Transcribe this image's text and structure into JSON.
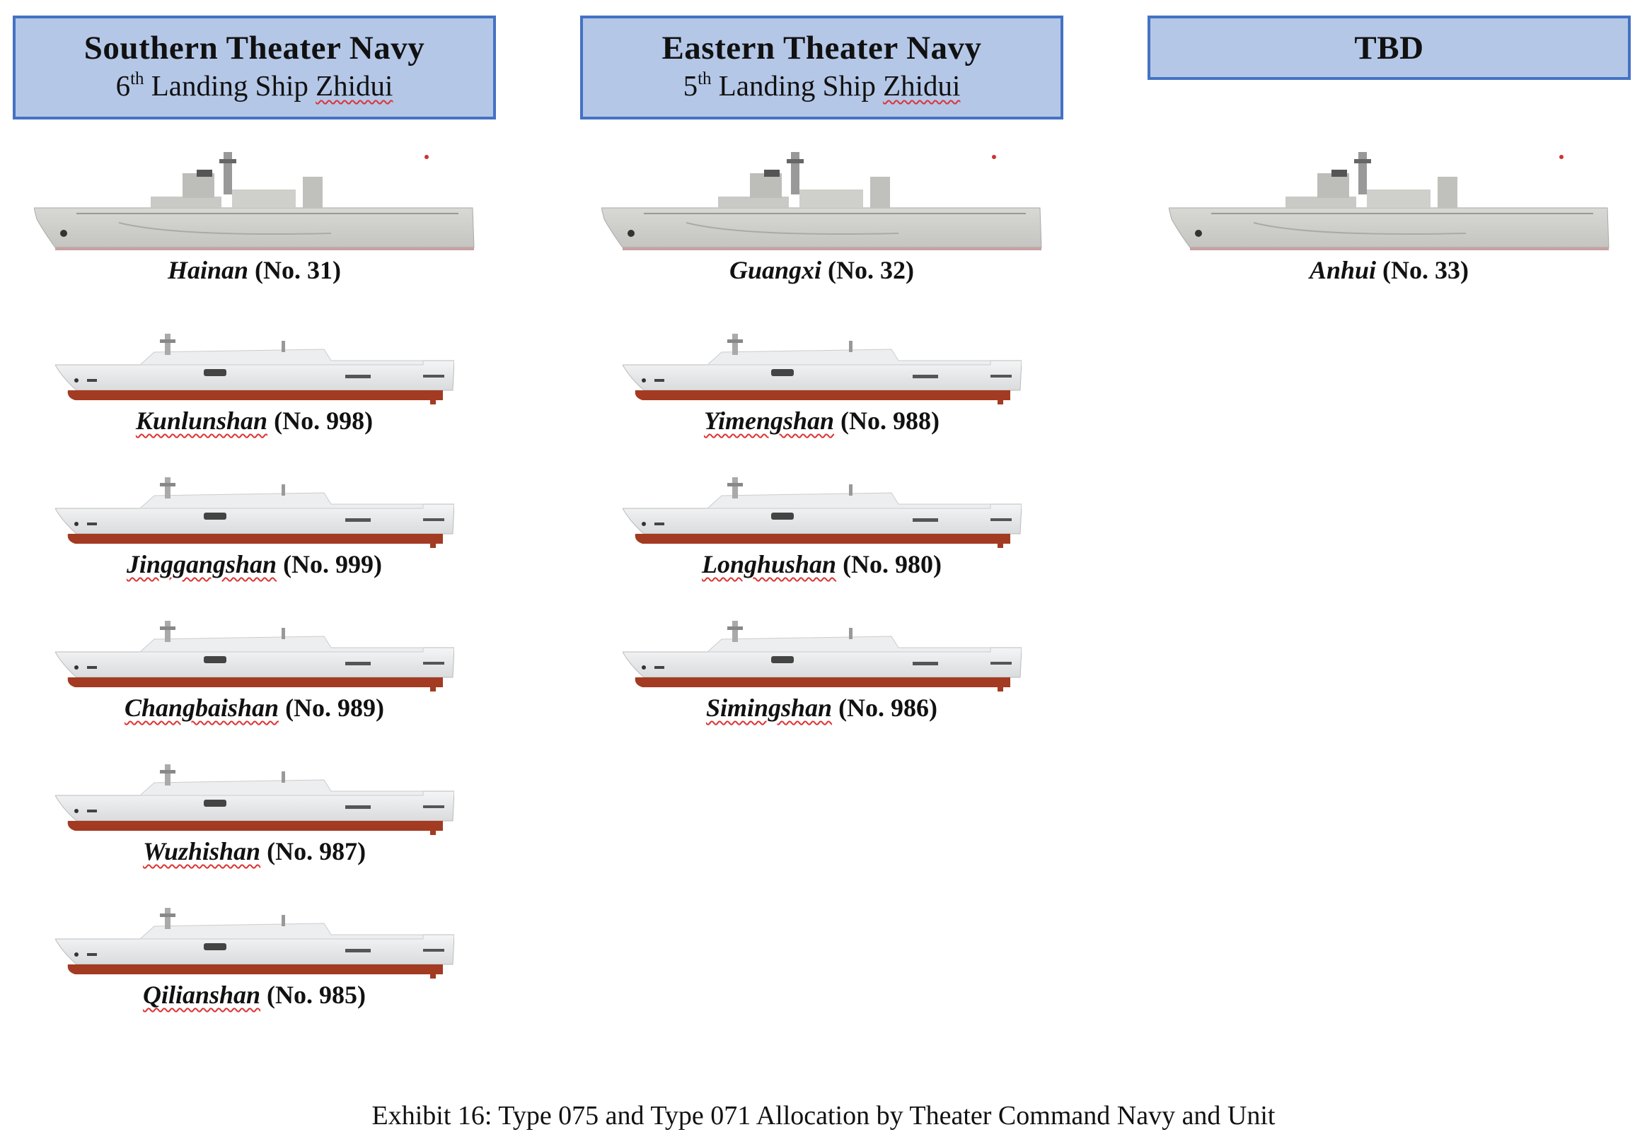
{
  "columns": [
    {
      "title": "Southern Theater Navy",
      "subtitle": {
        "ordinal_num": "6",
        "ordinal_suffix": "th",
        "text": " Landing Ship ",
        "unit": "Zhidui"
      },
      "ships": [
        {
          "type": "075",
          "name": "Hainan",
          "number": "(No. 31)",
          "flagged": false
        },
        {
          "type": "071",
          "name": "Kunlunshan",
          "number": "(No. 998)",
          "flagged": true
        },
        {
          "type": "071",
          "name": "Jinggangshan",
          "number": "(No. 999)",
          "flagged": true
        },
        {
          "type": "071",
          "name": "Changbaishan",
          "number": "(No. 989)",
          "flagged": true
        },
        {
          "type": "071",
          "name": "Wuzhishan",
          "number": "(No. 987)",
          "flagged": true
        },
        {
          "type": "071",
          "name": "Qilianshan",
          "number": "(No. 985)",
          "flagged": true
        }
      ]
    },
    {
      "title": "Eastern Theater Navy",
      "subtitle": {
        "ordinal_num": "5",
        "ordinal_suffix": "th",
        "text": " Landing Ship ",
        "unit": "Zhidui"
      },
      "ships": [
        {
          "type": "075",
          "name": "Guangxi",
          "number": "(No. 32)",
          "flagged": false
        },
        {
          "type": "071",
          "name": "Yimengshan",
          "number": "(No. 988)",
          "flagged": true
        },
        {
          "type": "071",
          "name": "Longhushan",
          "number": "(No. 980)",
          "flagged": true
        },
        {
          "type": "071",
          "name": "Simingshan",
          "number": "(No. 986)",
          "flagged": true
        }
      ]
    },
    {
      "title": "TBD",
      "ships": [
        {
          "type": "075",
          "name": "Anhui",
          "number": "(No. 33)",
          "flagged": false
        }
      ]
    }
  ],
  "caption": "Exhibit 16: Type 075 and Type 071 Allocation by Theater Command Navy and Unit",
  "colors": {
    "header_fill": "#b4c7e7",
    "header_border": "#4472c4",
    "hull_red": "#a33a22",
    "hull_gray": "#d9d9d6"
  }
}
